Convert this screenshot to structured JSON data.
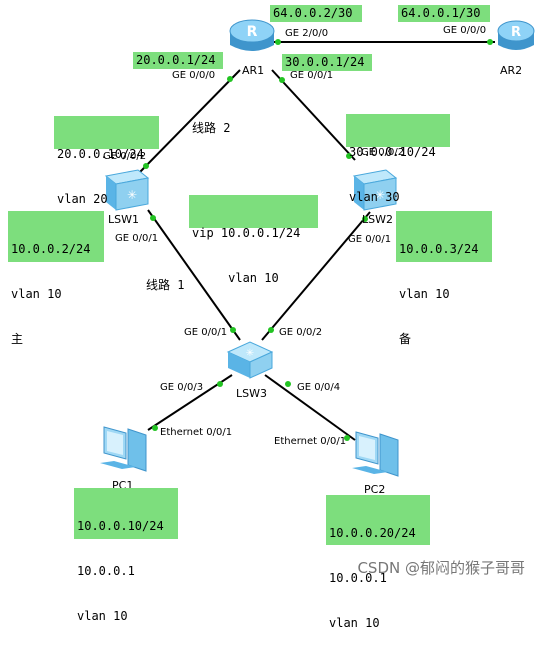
{
  "devices": {
    "ar1": {
      "name": "AR1"
    },
    "ar2": {
      "name": "AR2"
    },
    "lsw1": {
      "name": "LSW1"
    },
    "lsw2": {
      "name": "LSW2"
    },
    "lsw3": {
      "name": "LSW3"
    },
    "pc1": {
      "name": "PC1"
    },
    "pc2": {
      "name": "PC2"
    }
  },
  "ports": {
    "ar1_ge200": "GE 2/0/0",
    "ar1_ge000": "GE 0/0/0",
    "ar1_ge001": "GE 0/0/1",
    "ar2_ge000": "GE 0/0/0",
    "lsw1_ge002": "GE 0/0/2",
    "lsw1_ge001": "GE 0/0/1",
    "lsw2_ge002": "GE 0/0/2",
    "lsw2_ge001": "GE 0/0/1",
    "lsw3_ge001": "GE 0/0/1",
    "lsw3_ge002": "GE 0/0/2",
    "lsw3_ge003": "GE 0/0/3",
    "lsw3_ge004": "GE 0/0/4",
    "pc1_eth": "Ethernet 0/0/1",
    "pc2_eth": "Ethernet 0/0/1"
  },
  "labels": {
    "ar1_wan": "64.0.0.2/30",
    "ar2_wan": "64.0.0.1/30",
    "ar1_g0": "20.0.0.1/24",
    "ar1_g1": "30.0.0.1/24",
    "lsw1_up": [
      "20.0.0.10/24",
      "vlan 20"
    ],
    "lsw2_up": [
      "30.0.0.10/24",
      "vlan 30"
    ],
    "lsw1_vlan10": [
      "10.0.0.2/24",
      "vlan 10",
      "主"
    ],
    "lsw2_vlan10": [
      "10.0.0.3/24",
      "vlan 10",
      "备"
    ],
    "vip": [
      "vip 10.0.0.1/24",
      "     vlan 10"
    ],
    "pc1": [
      "10.0.0.10/24",
      "10.0.0.1",
      "vlan 10"
    ],
    "pc2": [
      "10.0.0.20/24",
      "10.0.0.1",
      "vlan 10"
    ]
  },
  "links": {
    "line1": "线路 1",
    "line2": "线路 2"
  },
  "watermark": "CSDN @郁闷的猴子哥哥",
  "colors": {
    "label_bg": "#7dde7d",
    "link_dot": "#22c322",
    "router": "#5ab4e6",
    "switch": "#8fd0f0"
  }
}
